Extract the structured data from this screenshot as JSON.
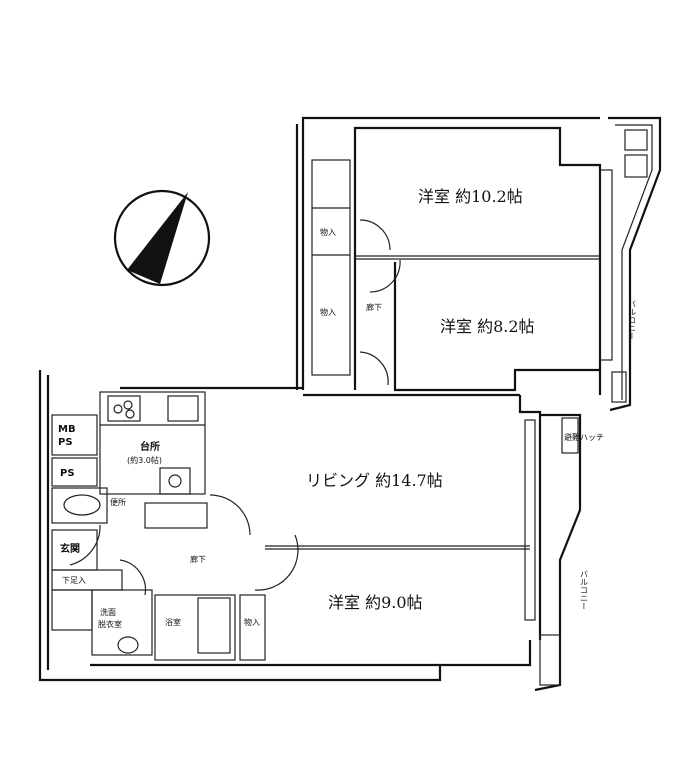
{
  "rooms": {
    "bedroom1": "洋室 約10.2帖",
    "bedroom2": "洋室 約8.2帖",
    "living": "リビング 約14.7帖",
    "bedroom3": "洋室 約9.0帖",
    "kitchen": "台所",
    "kitchen_size": "(約3.0帖)",
    "toilet": "便所",
    "entrance": "玄関",
    "shoe_box": "下足入",
    "washroom_1": "洗面",
    "washroom_2": "脱衣室",
    "bath": "浴室",
    "hall_upper": "廊下",
    "hall_lower": "廊下",
    "closet": "物入",
    "mbps": "MB",
    "mbps2": "PS",
    "ps": "PS",
    "balcony": "バルコニー",
    "hatch": "避難ハッチ"
  }
}
